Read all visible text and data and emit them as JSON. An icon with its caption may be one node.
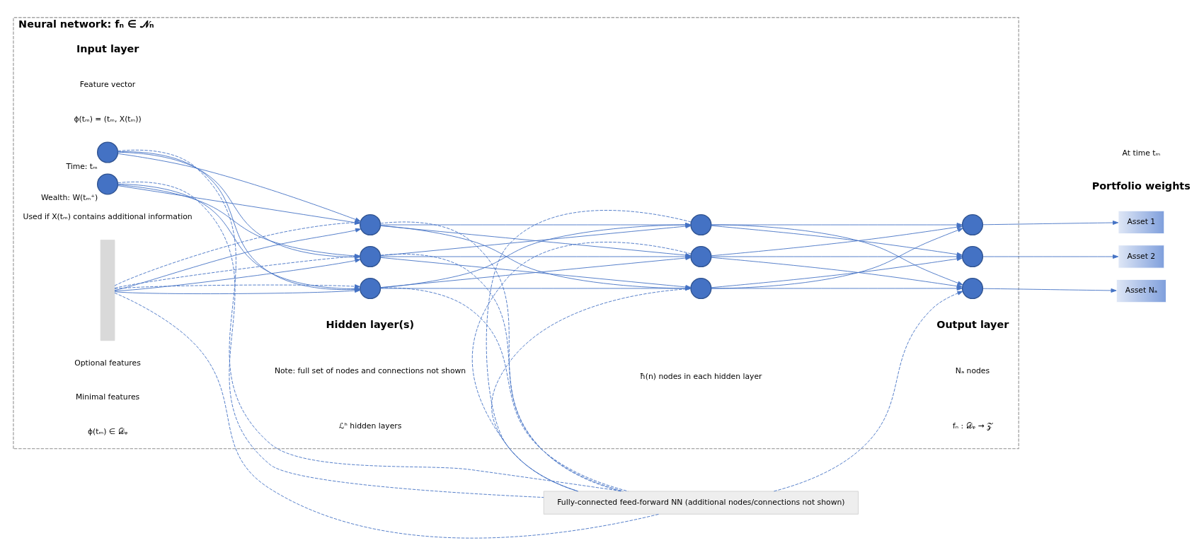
{
  "diagram": {
    "nodes": [
      {
        "text": [
          "Neural network: fₙ ∈ 𝒩ₙ"
        ]
      },
      {
        "text": [],
        "shape": "circle",
        "in": 0,
        "beside": [
          "Time: tₘ"
        ]
      },
      {
        "text": [],
        "shape": "circle",
        "in": 0,
        "beside": [
          "Wealth: W(tₘ⁺)"
        ]
      },
      {
        "text": [],
        "shape": "bar",
        "in": 0
      },
      {
        "text": [],
        "shape": "circle",
        "in": 0
      },
      {
        "text": [],
        "shape": "circle",
        "in": 0
      },
      {
        "text": [],
        "shape": "circle",
        "in": 0
      },
      {
        "text": [
          "Fully-connected feed-forward NN (additional nodes/connections not shown)"
        ]
      },
      {
        "text": [],
        "shape": "circle",
        "in": 0
      },
      {
        "text": [],
        "shape": "circle",
        "in": 0
      },
      {
        "text": [],
        "shape": "circle",
        "in": 0
      },
      {
        "text": [],
        "shape": "circle",
        "in": 0
      },
      {
        "text": [],
        "shape": "circle",
        "in": 0
      },
      {
        "text": [],
        "shape": "circle",
        "in": 0
      },
      {
        "text": [
          "Asset 1"
        ]
      },
      {
        "text": [
          "Asset 2"
        ]
      },
      {
        "text": [
          "Asset Nₐ"
        ]
      }
    ],
    "edges": [
      {
        "from": 1,
        "to": 4,
        "arrow": "to"
      },
      {
        "from": 1,
        "to": 5,
        "arrow": "to"
      },
      {
        "from": 1,
        "to": 6,
        "arrow": "to"
      },
      {
        "from": 1,
        "to": 7,
        "arrow": "none",
        "style": "dashed"
      },
      {
        "from": 2,
        "to": 4,
        "arrow": "to"
      },
      {
        "from": 2,
        "to": 5,
        "arrow": "to"
      },
      {
        "from": 2,
        "to": 6,
        "arrow": "to"
      },
      {
        "from": 2,
        "to": 7,
        "arrow": "none",
        "style": "dashed"
      },
      {
        "from": 3,
        "to": 4,
        "arrow": "to"
      },
      {
        "from": 3,
        "to": 5,
        "arrow": "to"
      },
      {
        "from": 3,
        "to": 6,
        "arrow": "to"
      },
      {
        "from": 3,
        "to": 7,
        "arrow": "none",
        "style": "dashed"
      },
      {
        "from": 3,
        "to": 4,
        "arrow": "to",
        "style": "dashed"
      },
      {
        "from": 3,
        "to": 5,
        "arrow": "to",
        "style": "dashed"
      },
      {
        "from": 3,
        "to": 6,
        "arrow": "to",
        "style": "dashed"
      },
      {
        "from": 4,
        "to": 8,
        "arrow": "to"
      },
      {
        "from": 4,
        "to": 9,
        "arrow": "to"
      },
      {
        "from": 4,
        "to": 10,
        "arrow": "to"
      },
      {
        "from": 4,
        "to": 7,
        "arrow": "none",
        "style": "dashed"
      },
      {
        "from": 5,
        "to": 8,
        "arrow": "to"
      },
      {
        "from": 5,
        "to": 9,
        "arrow": "to"
      },
      {
        "from": 5,
        "to": 10,
        "arrow": "to"
      },
      {
        "from": 5,
        "to": 7,
        "arrow": "none",
        "style": "dashed"
      },
      {
        "from": 6,
        "to": 8,
        "arrow": "to"
      },
      {
        "from": 6,
        "to": 9,
        "arrow": "to"
      },
      {
        "from": 6,
        "to": 10,
        "arrow": "to"
      },
      {
        "from": 6,
        "to": 7,
        "arrow": "none",
        "style": "dashed"
      },
      {
        "from": 8,
        "to": 11,
        "arrow": "to"
      },
      {
        "from": 8,
        "to": 12,
        "arrow": "to"
      },
      {
        "from": 8,
        "to": 13,
        "arrow": "to"
      },
      {
        "from": 8,
        "to": 7,
        "arrow": "none",
        "style": "dashed"
      },
      {
        "from": 9,
        "to": 11,
        "arrow": "to"
      },
      {
        "from": 9,
        "to": 12,
        "arrow": "to"
      },
      {
        "from": 9,
        "to": 13,
        "arrow": "to"
      },
      {
        "from": 9,
        "to": 7,
        "arrow": "none",
        "style": "dashed"
      },
      {
        "from": 10,
        "to": 11,
        "arrow": "to"
      },
      {
        "from": 10,
        "to": 12,
        "arrow": "to"
      },
      {
        "from": 10,
        "to": 13,
        "arrow": "to"
      },
      {
        "from": 10,
        "to": 7,
        "arrow": "none",
        "style": "dashed"
      },
      {
        "from": 7,
        "to": 13,
        "arrow": "to",
        "style": "dashed"
      },
      {
        "from": 11,
        "to": 14,
        "arrow": "to"
      },
      {
        "from": 12,
        "to": 15,
        "arrow": "to"
      },
      {
        "from": 13,
        "to": 16,
        "arrow": "to"
      }
    ],
    "labels": [
      "Input layer",
      "Feature vector",
      "ϕ(tₘ) = (tₘ, X(tₘ))",
      "Hidden layer(s)",
      "Note: full set of nodes and connections not shown",
      "Output layer",
      "Nₐ nodes",
      "Portfolio weights",
      "At time tₘ",
      "Minimal features",
      "Used if X(tₘ) contains additional information",
      "Optional features",
      "ϕ(tₘ) ∈ 𝒟ᵩ",
      "ℒʰ hidden layers",
      "ħ(n) nodes in each hidden layer",
      "fₙ : 𝒟ᵩ → 𝒵"
    ]
  }
}
